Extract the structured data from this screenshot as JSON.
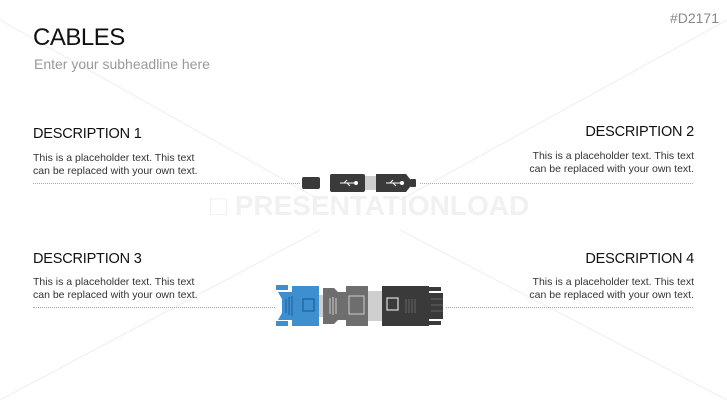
{
  "slide": {
    "title": "CABLES",
    "subheadline": "Enter your subheadline here",
    "code": "#D2171",
    "watermark": "PRESENTATIONLOAD"
  },
  "descriptions": [
    {
      "heading": "DESCRIPTION 1",
      "line1": "This is a placeholder text. This text",
      "line2": "can be replaced with your own text."
    },
    {
      "heading": "DESCRIPTION 2",
      "line1": "This is a placeholder text. This text",
      "line2": "can be replaced with your own text."
    },
    {
      "heading": "DESCRIPTION 3",
      "line1": "This is a placeholder text. This text",
      "line2": "can be replaced with your own text."
    },
    {
      "heading": "DESCRIPTION 4",
      "line1": "This is a placeholder text. This text",
      "line2": "can be replaced with your own text."
    }
  ],
  "colors": {
    "dark": "#3a3a3a",
    "blue": "#3d8fd0",
    "gray": "#6e6e6e",
    "light": "#cfcfcf"
  }
}
